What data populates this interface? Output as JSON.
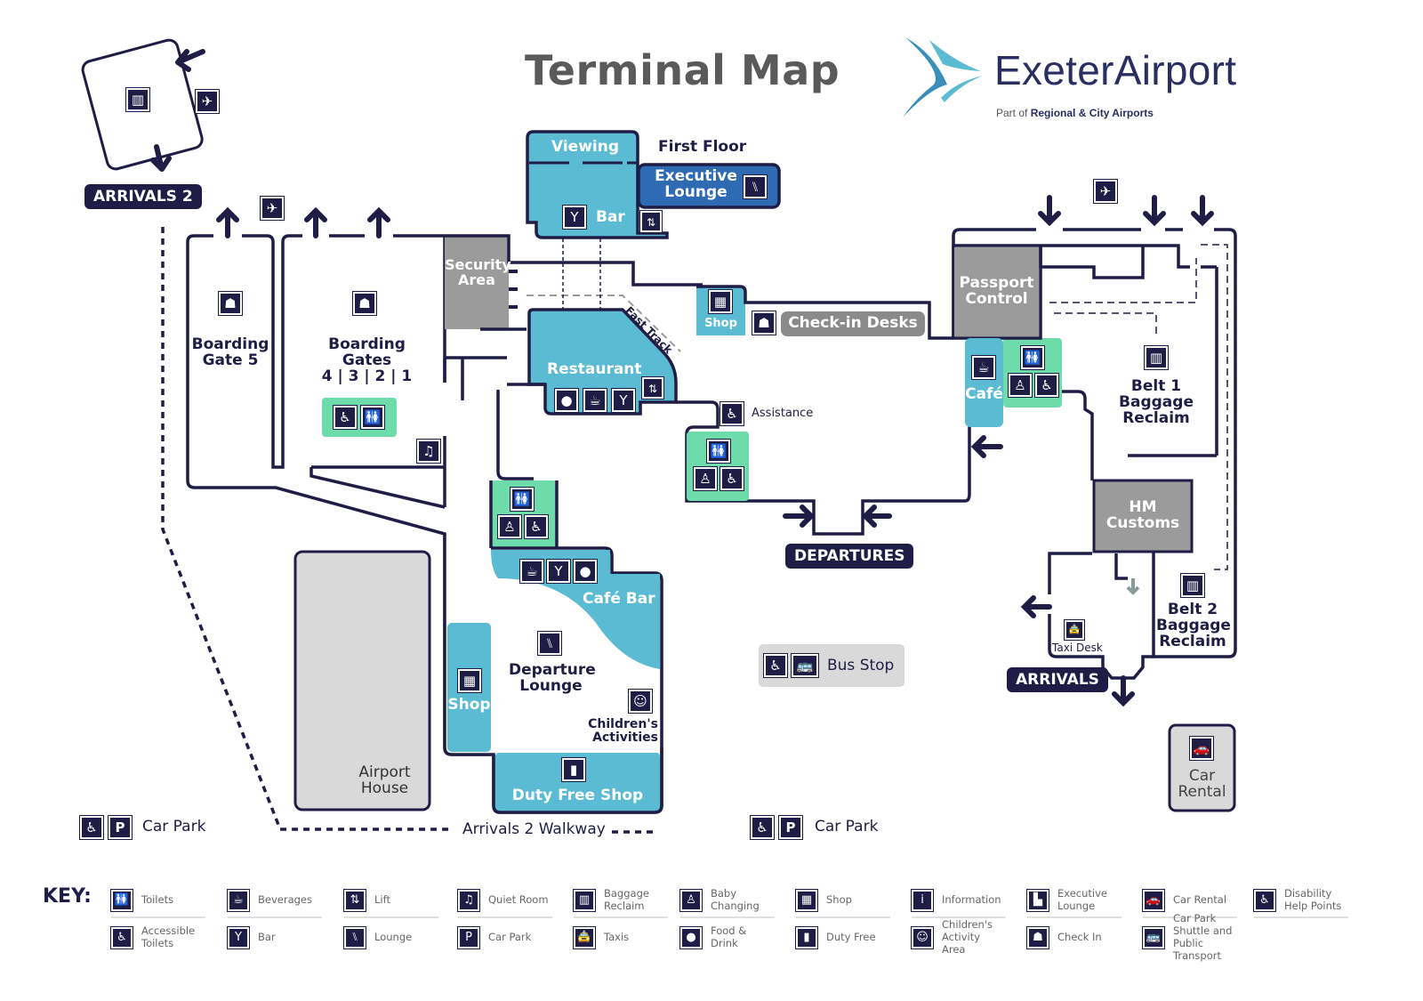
{
  "header": {
    "title": "Terminal Map",
    "logo_name": "ExeterAirport",
    "logo_tagline_prefix": "Part of ",
    "logo_tagline_bold": "Regional & City Airports"
  },
  "colors": {
    "navy": "#1f1d45",
    "teal": "#5bbbd3",
    "green": "#6ddbaa",
    "exec_blue": "#2f6bb2",
    "grey_area": "#9b9b9b",
    "light_grey": "#d9d9d9",
    "title_grey": "#5a5a5a"
  },
  "floors": {
    "first_floor_label": "First Floor"
  },
  "areas": {
    "viewing": "Viewing",
    "executive_lounge_1": "Executive",
    "executive_lounge_2": "Lounge",
    "bar": "Bar",
    "security_1": "Security",
    "security_2": "Area",
    "restaurant": "Restaurant",
    "fast_track": "Fast Track",
    "shop_top": "Shop",
    "checkin_desks": "Check-in Desks",
    "passport_1": "Passport",
    "passport_2": "Control",
    "cafe": "Café",
    "belt1_1": "Belt 1",
    "belt1_2": "Baggage",
    "belt1_3": "Reclaim",
    "assistance": "Assistance",
    "departures": "DEPARTURES",
    "boarding_gate5_1": "Boarding",
    "boarding_gate5_2": "Gate 5",
    "boarding_gates_1": "Boarding Gates",
    "boarding_gates_2": "4 | 3 | 2 | 1",
    "cafe_bar": "Café Bar",
    "departure_lounge_1": "Departure",
    "departure_lounge_2": "Lounge",
    "shop_left": "Shop",
    "children_1": "Children's",
    "children_2": "Activities",
    "duty_free": "Duty Free Shop",
    "hm_customs_1": "HM",
    "hm_customs_2": "Customs",
    "belt2_1": "Belt 2",
    "belt2_2": "Baggage",
    "belt2_3": "Reclaim",
    "taxi_desk": "Taxi Desk",
    "arrivals": "ARRIVALS",
    "arrivals2": "ARRIVALS 2",
    "car_rental_1": "Car",
    "car_rental_2": "Rental",
    "bus_stop": "Bus Stop",
    "airport_house_1": "Airport",
    "airport_house_2": "House",
    "car_park_left": "Car Park",
    "car_park_right": "Car Park",
    "walkway": "Arrivals 2 Walkway"
  },
  "key": {
    "title": "KEY:",
    "items": [
      {
        "icon": "toilets-icon",
        "glyph": "🚻",
        "label": "Toilets"
      },
      {
        "icon": "accessible-toilets-icon",
        "glyph": "♿",
        "label": "Accessible Toilets"
      },
      {
        "icon": "beverages-icon",
        "glyph": "☕",
        "label": "Beverages"
      },
      {
        "icon": "bar-icon",
        "glyph": "Y",
        "label": "Bar"
      },
      {
        "icon": "lift-icon",
        "glyph": "⇅",
        "label": "Lift"
      },
      {
        "icon": "lounge-icon",
        "glyph": "⑊",
        "label": "Lounge"
      },
      {
        "icon": "quiet-room-icon",
        "glyph": "♫",
        "label": "Quiet Room"
      },
      {
        "icon": "car-park-icon",
        "glyph": "P",
        "label": "Car Park"
      },
      {
        "icon": "baggage-reclaim-icon",
        "glyph": "▥",
        "label": "Baggage Reclaim"
      },
      {
        "icon": "taxis-icon",
        "glyph": "🚖",
        "label": "Taxis"
      },
      {
        "icon": "baby-changing-icon",
        "glyph": "♙",
        "label": "Baby Changing"
      },
      {
        "icon": "food-drink-icon",
        "glyph": "●",
        "label": "Food & Drink"
      },
      {
        "icon": "shop-icon",
        "glyph": "▦",
        "label": "Shop"
      },
      {
        "icon": "duty-free-icon",
        "glyph": "▮",
        "label": "Duty Free"
      },
      {
        "icon": "information-icon",
        "glyph": "i",
        "label": "Information"
      },
      {
        "icon": "childrens-activity-icon",
        "glyph": "☺",
        "label": "Children's Activity Area"
      },
      {
        "icon": "executive-lounge-icon",
        "glyph": "▙",
        "label": "Executive Lounge"
      },
      {
        "icon": "check-in-icon",
        "glyph": "☗",
        "label": "Check In"
      },
      {
        "icon": "car-rental-icon",
        "glyph": "🚗",
        "label": "Car Rental"
      },
      {
        "icon": "shuttle-transport-icon",
        "glyph": "🚌",
        "label": "Car Park Shuttle and Public Transport"
      },
      {
        "icon": "disability-help-icon",
        "glyph": "♿",
        "label": "Disability Help Points"
      }
    ]
  }
}
